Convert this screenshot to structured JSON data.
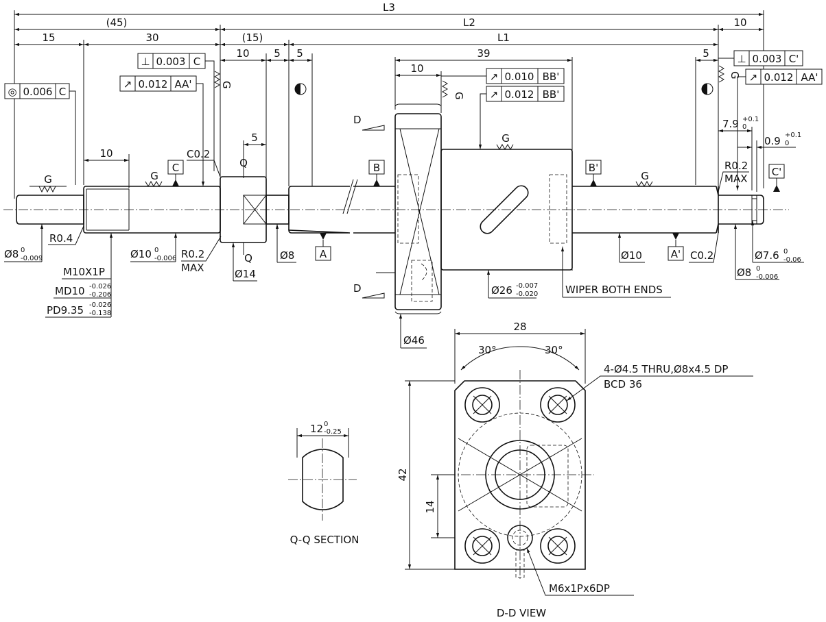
{
  "dims": {
    "l3": "L3",
    "d45": "(45)",
    "l2": "L2",
    "d10_right": "10",
    "d15": "15",
    "d30": "30",
    "d15p": "(15)",
    "l1": "L1",
    "d10a": "10",
    "d5a": "5",
    "d5b": "5",
    "d39": "39",
    "d10b": "10",
    "d5c": "5",
    "d5q": "5",
    "d10thread": "10",
    "d7_9": "7.9",
    "d7_9_tol": "+0.1",
    "d7_9_tol2": "0",
    "d0_9": "0.9",
    "d0_9_tol": "+0.1",
    "d0_9_tol2": "0",
    "d28": "28",
    "d30deg_l": "30°",
    "d30deg_r": "30°",
    "d42": "42",
    "d14": "14",
    "d12": "12",
    "d12_tol1": "0",
    "d12_tol2": "-0.25"
  },
  "tolerances": {
    "conc": {
      "sym": "◎",
      "val": "0.006",
      "ref": "C"
    },
    "perp_left": {
      "sym": "⊥",
      "val": "0.003",
      "ref": "C"
    },
    "runout_left": {
      "sym": "↗",
      "val": "0.012",
      "ref": "AA'"
    },
    "runout_nut1": {
      "sym": "↗",
      "val": "0.010",
      "ref": "BB'"
    },
    "runout_nut2": {
      "sym": "↗",
      "val": "0.012",
      "ref": "BB'"
    },
    "perp_right": {
      "sym": "⊥",
      "val": "0.003",
      "ref": "C'"
    },
    "runout_right": {
      "sym": "↗",
      "val": "0.012",
      "ref": "AA'"
    }
  },
  "labels": {
    "g": "G",
    "c02_left": "C0.2",
    "c02_right": "C0.2",
    "r04": "R0.4",
    "r02_left": "R0.2",
    "max_left": "MAX",
    "r02_right": "R0.2",
    "max_right": "MAX",
    "q": "Q",
    "d": "D",
    "datum_c": "C",
    "datum_b": "B",
    "datum_bp": "B'",
    "datum_cp": "C'",
    "datum_a": "A",
    "datum_ap": "A'",
    "phi8": "Ø8",
    "phi8_tol1": "0",
    "phi8_tol2": "-0.009",
    "phi10": "Ø10",
    "phi10_tol1": "0",
    "phi10_tol2": "-0.006",
    "phi8b": "Ø8",
    "phi14": "Ø14",
    "phi10b": "Ø10",
    "phi26": "Ø26",
    "phi26_tol1": "-0.007",
    "phi26_tol2": "-0.020",
    "phi46": "Ø46",
    "phi7_6": "Ø7.6",
    "phi7_6_tol1": "0",
    "phi7_6_tol2": "-0.06",
    "phi8c": "Ø8",
    "phi8c_tol1": "0",
    "phi8c_tol2": "-0.006",
    "m10": "M10X1P",
    "md10": "MD10",
    "md10_tol1": "-0.026",
    "md10_tol2": "-0.206",
    "pd935": "PD9.35",
    "pd935_tol1": "-0.026",
    "pd935_tol2": "-0.138",
    "wiper": "WIPER BOTH ENDS",
    "holes": "4-Ø4.5 THRU,Ø8x4.5 DP",
    "bcd": "BCD 36",
    "m6": "M6x1Px6DP",
    "qq": "Q-Q SECTION",
    "dd": "D-D VIEW"
  }
}
